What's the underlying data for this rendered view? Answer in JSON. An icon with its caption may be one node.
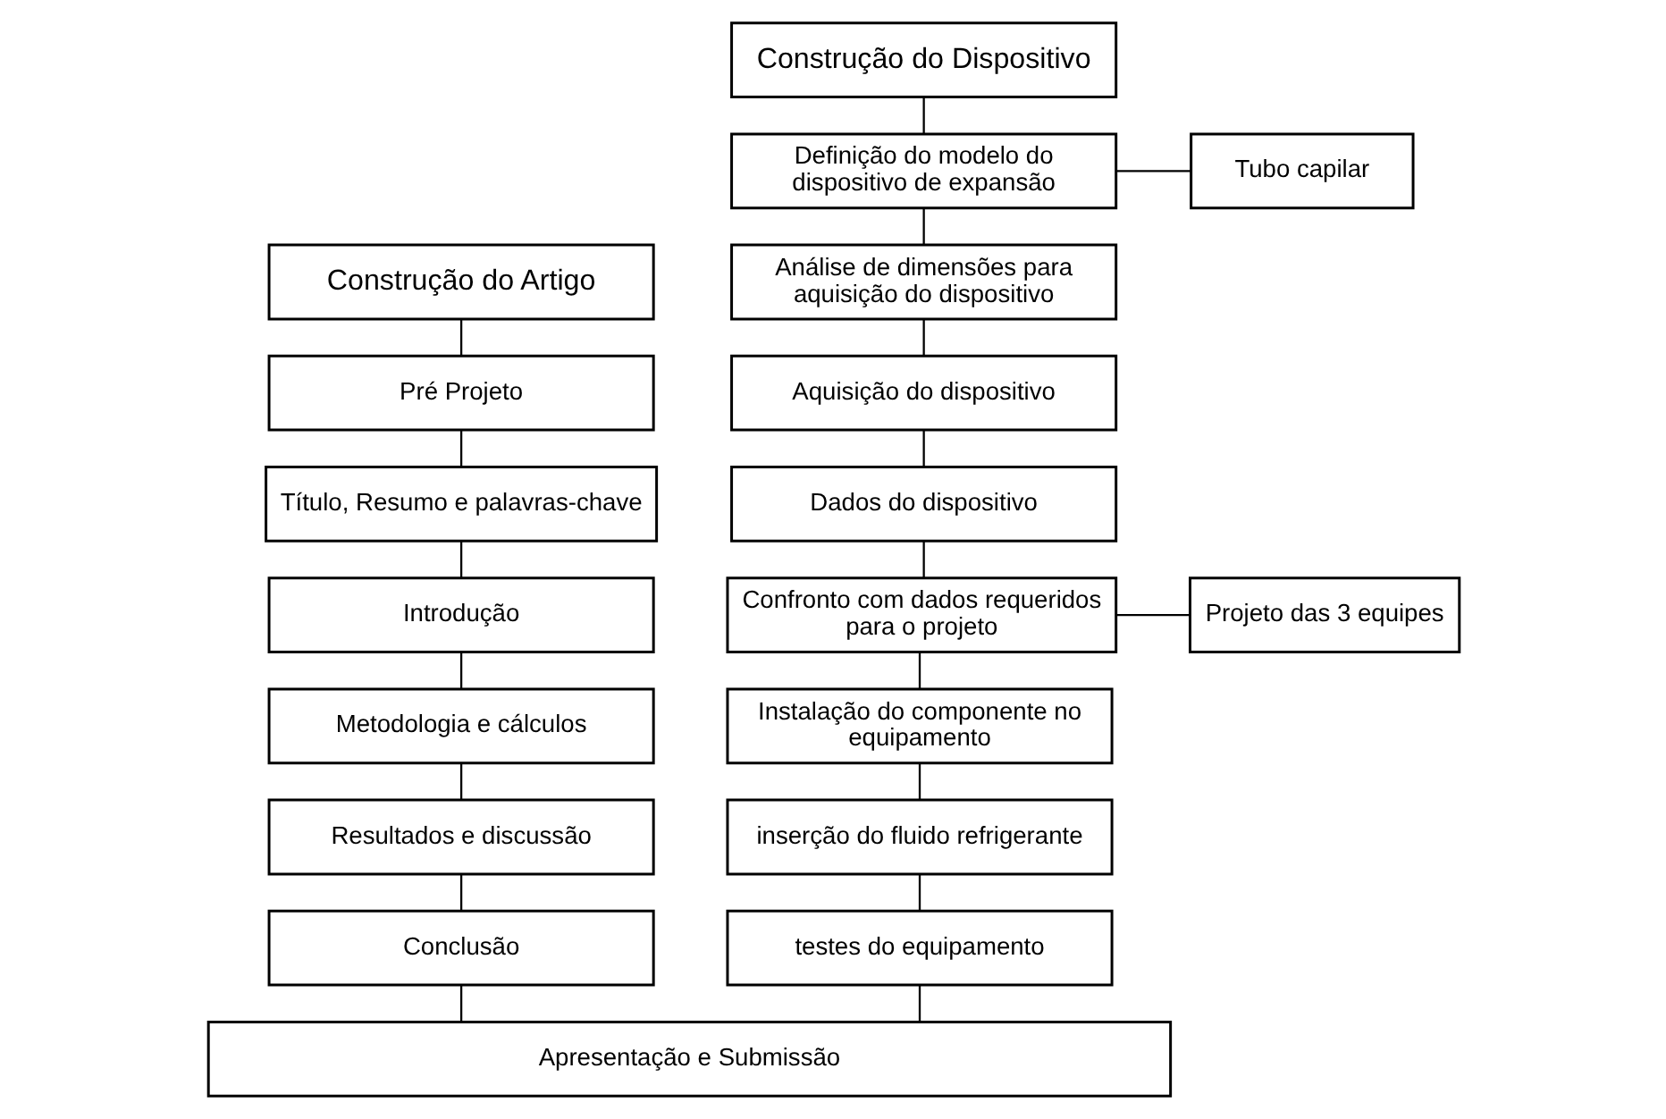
{
  "diagram": {
    "nodes": [
      {
        "text": [
          "Construção do Artigo"
        ]
      },
      {
        "text": [
          "Pré Projeto"
        ]
      },
      {
        "text": [
          "Título, Resumo e palavras-chave"
        ]
      },
      {
        "text": [
          "Introdução"
        ]
      },
      {
        "text": [
          "Metodologia e cálculos"
        ]
      },
      {
        "text": [
          "Resultados e discussão"
        ]
      },
      {
        "text": [
          "Conclusão"
        ]
      },
      {
        "text": [
          "Construção do Dispositivo"
        ]
      },
      {
        "text": [
          "Definição do modelo do dispositivo de expansão"
        ]
      },
      {
        "text": [
          "Tubo capilar"
        ]
      },
      {
        "text": [
          "Análise de dimensões para aquisição do dispositivo"
        ]
      },
      {
        "text": [
          "Aquisição do dispositivo"
        ]
      },
      {
        "text": [
          "Dados do dispositivo"
        ]
      },
      {
        "text": [
          "Confronto com dados requeridos para o projeto"
        ]
      },
      {
        "text": [
          "Projeto das 3 equipes"
        ]
      },
      {
        "text": [
          "Instalação do componente no equipamento"
        ]
      },
      {
        "text": [
          "inserção do fluido refrigerante"
        ]
      },
      {
        "text": [
          "testes do equipamento"
        ]
      },
      {
        "text": [
          "Apresentação e Submissão"
        ]
      }
    ],
    "edges": [
      {
        "from": 0,
        "to": 1,
        "arrow": "none"
      },
      {
        "from": 1,
        "to": 2,
        "arrow": "none"
      },
      {
        "from": 2,
        "to": 3,
        "arrow": "none"
      },
      {
        "from": 3,
        "to": 4,
        "arrow": "none"
      },
      {
        "from": 4,
        "to": 5,
        "arrow": "none"
      },
      {
        "from": 5,
        "to": 6,
        "arrow": "none"
      },
      {
        "from": 6,
        "to": 18,
        "arrow": "none"
      },
      {
        "from": 7,
        "to": 8,
        "arrow": "none"
      },
      {
        "from": 8,
        "to": 9,
        "arrow": "none"
      },
      {
        "from": 8,
        "to": 10,
        "arrow": "none"
      },
      {
        "from": 10,
        "to": 11,
        "arrow": "none"
      },
      {
        "from": 11,
        "to": 12,
        "arrow": "none"
      },
      {
        "from": 12,
        "to": 13,
        "arrow": "none"
      },
      {
        "from": 13,
        "to": 14,
        "arrow": "none"
      },
      {
        "from": 13,
        "to": 15,
        "arrow": "none"
      },
      {
        "from": 15,
        "to": 16,
        "arrow": "none"
      },
      {
        "from": 16,
        "to": 17,
        "arrow": "none"
      },
      {
        "from": 17,
        "to": 18,
        "arrow": "none"
      }
    ]
  }
}
